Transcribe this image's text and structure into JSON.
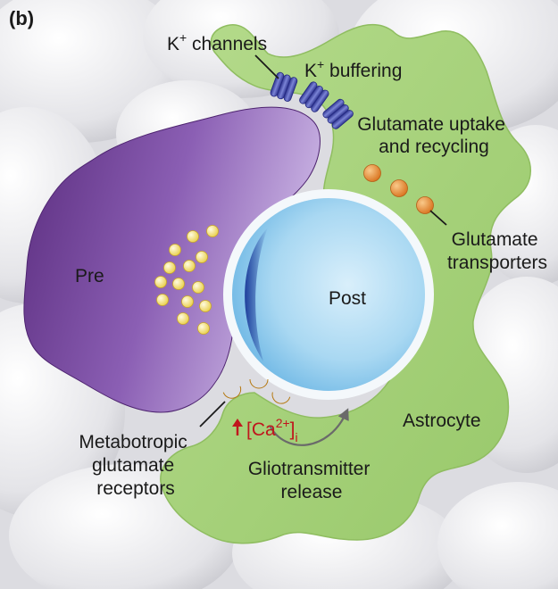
{
  "panel_label": "(b)",
  "labels": {
    "k_channels_k": "K",
    "k_channels_sup": "+",
    "k_channels_rest": " channels",
    "k_buffering_k": "K",
    "k_buffering_sup": "+",
    "k_buffering_rest": " buffering",
    "glutamate_uptake_line1": "Glutamate uptake",
    "glutamate_uptake_line2": "and recycling",
    "glutamate_transporters_line1": "Glutamate",
    "glutamate_transporters_line2": "transporters",
    "pre": "Pre",
    "post": "Post",
    "astrocyte": "Astrocyte",
    "calcium_open": "[Ca",
    "calcium_sup": "2+",
    "calcium_close": "]",
    "calcium_sub": "i",
    "metabotropic_line1": "Metabotropic",
    "metabotropic_line2": "glutamate",
    "metabotropic_line3": "receptors",
    "gliotransmitter_line1": "Gliotransmitter",
    "gliotransmitter_line2": "release"
  },
  "colors": {
    "astrocyte": "#a8d37c",
    "presynaptic": "#6a3d8f",
    "postsynaptic": "#9fd3f0",
    "vesicle": "#f3e07a",
    "transporter": "#e9913b",
    "k_channel": "#4b52b0",
    "receptor": "#f0b24a",
    "calcium_arrow": "#c0161d"
  }
}
